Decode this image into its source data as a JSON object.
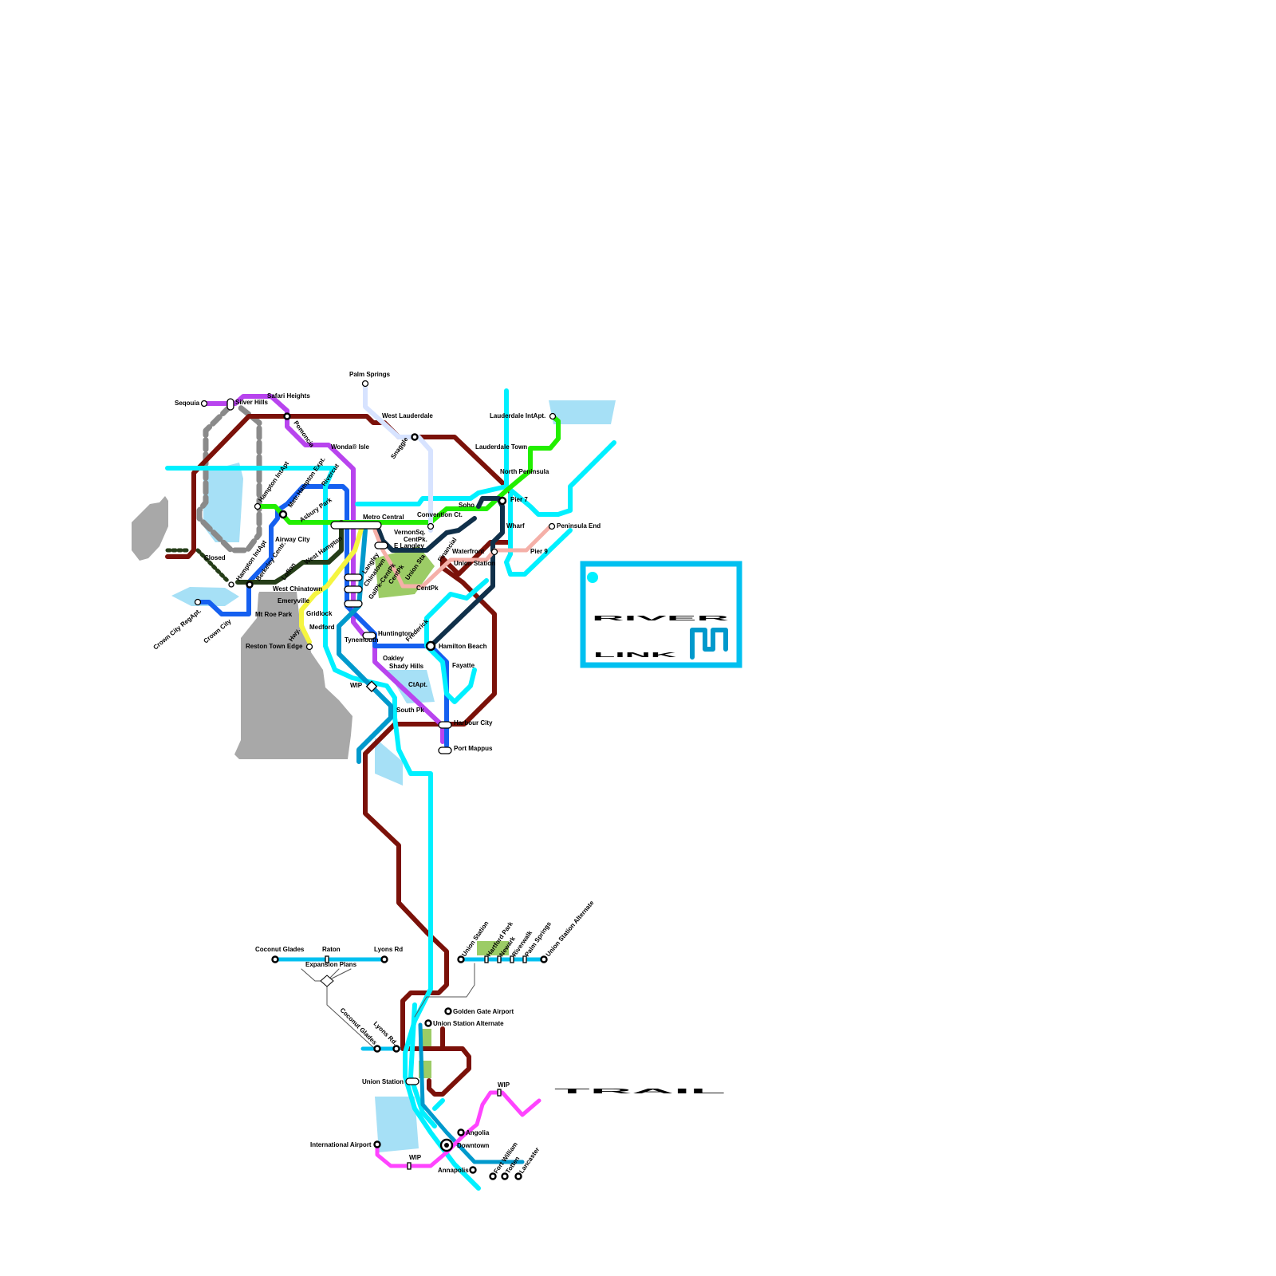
{
  "colors": {
    "maroon": "#7b1109",
    "purple": "#b844ee",
    "blue": "#1560f0",
    "cyan": "#00f0ff",
    "teal": "#0099cc",
    "green": "#22ee00",
    "navy": "#10304a",
    "darkgreen": "#253d18",
    "yellow": "#f5f540",
    "pink": "#f5b0a8",
    "lavender": "#d7e3ff",
    "gray": "#8a8a8a",
    "water": "#a6e0f6",
    "land": "#a8a8a8",
    "park": "#9ccc66",
    "magenta": "#ff44ff",
    "skyblue": "#00c0f0"
  },
  "map_labels": {
    "palm_springs": "Palm Springs",
    "sequoia": "Seqouia",
    "silver_hills": "Silver Hills",
    "safari_heights": "Safari Heights",
    "west_lauderdale": "West Lauderdale",
    "snaggle": "Snaggle",
    "pomoncia": "Pomoncia",
    "wonda_isle": "Wonda® Isle",
    "lauderdale_intapt": "Lauderdale IntApt.",
    "lauderdale_town": "Lauderdale Town",
    "north_peninsula": "North Peninsula",
    "hampton_intapt_n": "Hampton IntApt",
    "metro_hampton": "Metr.Hampton Expt.",
    "rivercut": "Rivercut",
    "asbury_park": "Asbury Park",
    "metro_central": "Metro Central",
    "soho": "Soho",
    "pier_7": "Pier 7",
    "convention_ct": "Convention Ct.",
    "wharf": "Wharf",
    "peninsula_end": "Peninsula End",
    "vernonsq": "VernonSq.",
    "centpk_n": "CentPk.",
    "e_langley": "E Langley",
    "airway_city": "Airway City",
    "closed": "Closed",
    "hampton_intapt_s": "Hampton IntApt",
    "berkeley_centr": "Berkeley Centr.",
    "loflon": "Loflon",
    "west_hampton": "West Hampton",
    "langley": "Langley",
    "chinatown": "Chinatown",
    "galpk_centpk": "GalPk-CentPk",
    "centpk_e": "CentPk",
    "union_sta_v": "Union Sta",
    "financial": "Financial",
    "waterfront": "Waterfront",
    "union_station_n": "Union Station",
    "pier_9": "Pier 9",
    "centpk_s": "CentPk",
    "west_chinatown": "West Chinatown",
    "emeryville": "Emeryville",
    "crown_city_regapt": "Crown City RegApt.",
    "crown_city": "Crown City",
    "mt_roe_park": "Mt Roe Park",
    "gridlock": "Gridlock",
    "medford": "Medford",
    "hwy": "Hwy.",
    "reston_town_edge": "Reston Town Edge",
    "huntington": "Huntington",
    "tynemouth": "Tynemouth",
    "frederick": "Frederick",
    "hamilton_beach": "Hamilton Beach",
    "oakley": "Oakley",
    "shady_hills": "Shady Hills",
    "fayatte": "Fayatte",
    "wip_1": "WIP",
    "ctapt": "CtApt.",
    "south_pk": "South Pk",
    "harbour_city": "Harbour City",
    "port_mappus": "Port Mappus"
  },
  "inset": {
    "coconut_glades": "Coconut Glades",
    "raton": "Raton",
    "lyons_rd": "Lyons Rd",
    "expansion_plans": "Expansion Plans",
    "coconut_glades_v": "Coconut Glades",
    "lyons_rd_v": "Lyons Rd.",
    "union_station_v": "Union Station",
    "hartford_park": "Hartford Park",
    "newark": "Newark",
    "riverwalk": "Riverwalk",
    "palm_springs_v": "Palm Springs",
    "union_station_alt_v": "Union Station Alternate",
    "golden_gate_airport": "Golden Gate Airport",
    "union_station_alternate": "Union Station Alternate",
    "union_station": "Union Station",
    "wip_top": "WIP",
    "angolia": "Angolia",
    "international_airport": "International Airport",
    "downtown": "Downtown",
    "wip_bottom": "WIP",
    "annapolis": "Annapolis",
    "fort_william": "Fort William",
    "totten": "Totten",
    "lancaster": "Lancaster"
  },
  "logos": {
    "river_link_top": "RIVER",
    "river_link_bottom": "LINK",
    "trail": "TRAIL"
  }
}
